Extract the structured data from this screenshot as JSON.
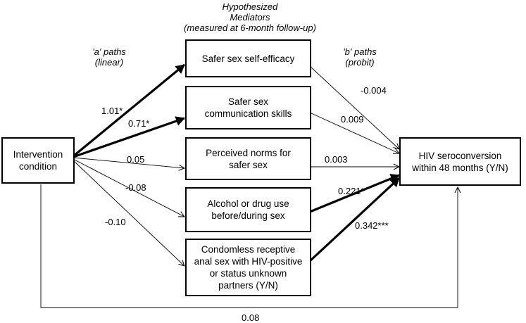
{
  "header": {
    "mediators_line1": "Hypothesized",
    "mediators_line2": "Mediators",
    "mediators_line3": "(measured at 6-month follow-up)",
    "a_paths_line1": "'a' paths",
    "a_paths_line2": "(linear)",
    "b_paths_line1": "'b' paths",
    "b_paths_line2": "(probit)"
  },
  "nodes": {
    "intervention": "Intervention condition",
    "outcome": "HIV seroconversion within 48 months (Y/N)",
    "mediators": [
      "Safer sex self-efficacy",
      "Safer sex communication skills",
      "Perceived norms for safer sex",
      "Alcohol or drug use before/during sex",
      "Condomless receptive anal sex with HIV-positive or status unknown partners (Y/N)"
    ]
  },
  "a_coefficients": [
    "1.01*",
    "0.71*",
    "0.05",
    "-0.08",
    "-0.10"
  ],
  "b_coefficients": [
    "-0.004",
    "0.009",
    "0.003",
    "0.221*",
    "0.342***"
  ],
  "direct_effect": "0.08",
  "significant_paths": {
    "a": [
      true,
      true,
      false,
      false,
      false
    ],
    "b": [
      false,
      false,
      false,
      true,
      true
    ]
  }
}
